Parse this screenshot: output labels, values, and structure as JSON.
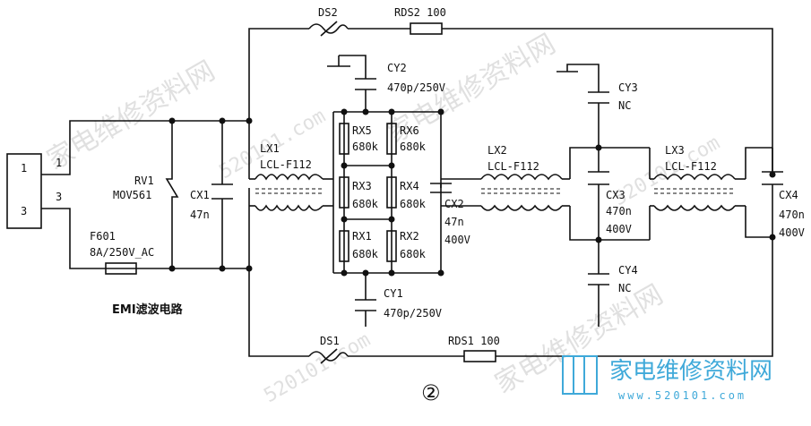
{
  "title": "EMI滤波电路",
  "figure_number": "②",
  "connector": {
    "pin1": "1",
    "pin3": "3",
    "wire1": "1",
    "wire3": "3"
  },
  "components": {
    "DS2": "DS2",
    "RDS2": "RDS2 100",
    "DS1": "DS1",
    "RDS1": "RDS1 100",
    "RV1": "RV1",
    "RV1_val": "MOV561",
    "F601": "F601",
    "F601_val": "8A/250V_AC",
    "CX1": "CX1",
    "CX1_val": "47n",
    "LX1": "LX1",
    "LX1_val": "LCL-F112",
    "CY2": "CY2",
    "CY2_val": "470p/250V",
    "CY1": "CY1",
    "CY1_val": "470p/250V",
    "RX5": "RX5",
    "RX5_val": "680k",
    "RX6": "RX6",
    "RX6_val": "680k",
    "RX3": "RX3",
    "RX3_val": "680k",
    "RX4": "RX4",
    "RX4_val": "680k",
    "RX1": "RX1",
    "RX1_val": "680k",
    "RX2": "RX2",
    "RX2_val": "680k",
    "CX2": "CX2",
    "CX2_val1": "47n",
    "CX2_val2": "400V",
    "LX2": "LX2",
    "LX2_val": "LCL-F112",
    "CY3": "CY3",
    "CY3_val": "NC",
    "CX3": "CX3",
    "CX3_val1": "470n",
    "CX3_val2": "400V",
    "CY4": "CY4",
    "CY4_val": "NC",
    "LX3": "LX3",
    "LX3_val": "LCL-F112",
    "CX4": "CX4",
    "CX4_val1": "470n",
    "CX4_val2": "400V"
  },
  "watermark": {
    "text": "家电维修资料网",
    "url": "520101.com",
    "brand": "家电维修资料网",
    "brand_url": "www.520101.com"
  },
  "colors": {
    "ink": "#111111",
    "watermark": "#c8c8c8",
    "brand": "#3fa9d9"
  }
}
